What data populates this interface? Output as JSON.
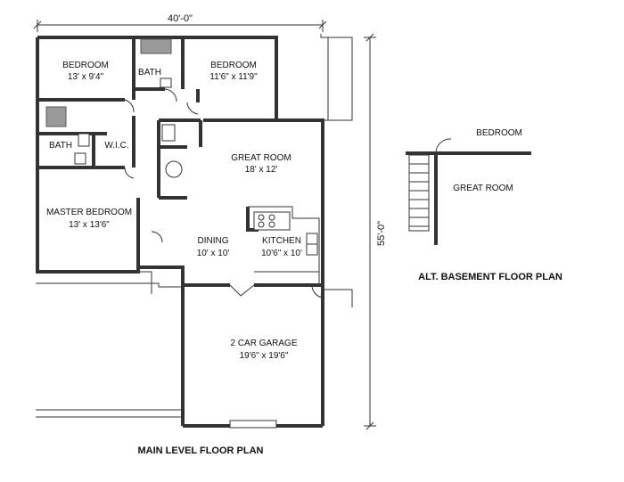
{
  "dimensions": {
    "width": "40'-0\"",
    "depth": "55'-0\""
  },
  "rooms": {
    "bedroom_1": {
      "name": "BEDROOM",
      "size": "13' x 9'4\""
    },
    "bath_1": {
      "name": "BATH"
    },
    "bedroom_2": {
      "name": "BEDROOM",
      "size": "11'6\" x 11'9\""
    },
    "bath_2": {
      "name": "BATH"
    },
    "wic": {
      "name": "W.I.C."
    },
    "great_room": {
      "name": "GREAT ROOM",
      "size": "18' x 12'"
    },
    "master_bedroom": {
      "name": "MASTER BEDROOM",
      "size": "13' x 13'6\""
    },
    "dining": {
      "name": "DINING",
      "size": "10' x 10'"
    },
    "kitchen": {
      "name": "KITCHEN",
      "size": "10'6\" x 10'"
    },
    "garage": {
      "name": "2 CAR GARAGE",
      "size": "19'6\" x 19'6\""
    }
  },
  "basement": {
    "bedroom": "BEDROOM",
    "great_room": "GREAT ROOM",
    "title": "ALT. BASEMENT FLOOR PLAN"
  },
  "main_title": "MAIN LEVEL FLOOR PLAN"
}
